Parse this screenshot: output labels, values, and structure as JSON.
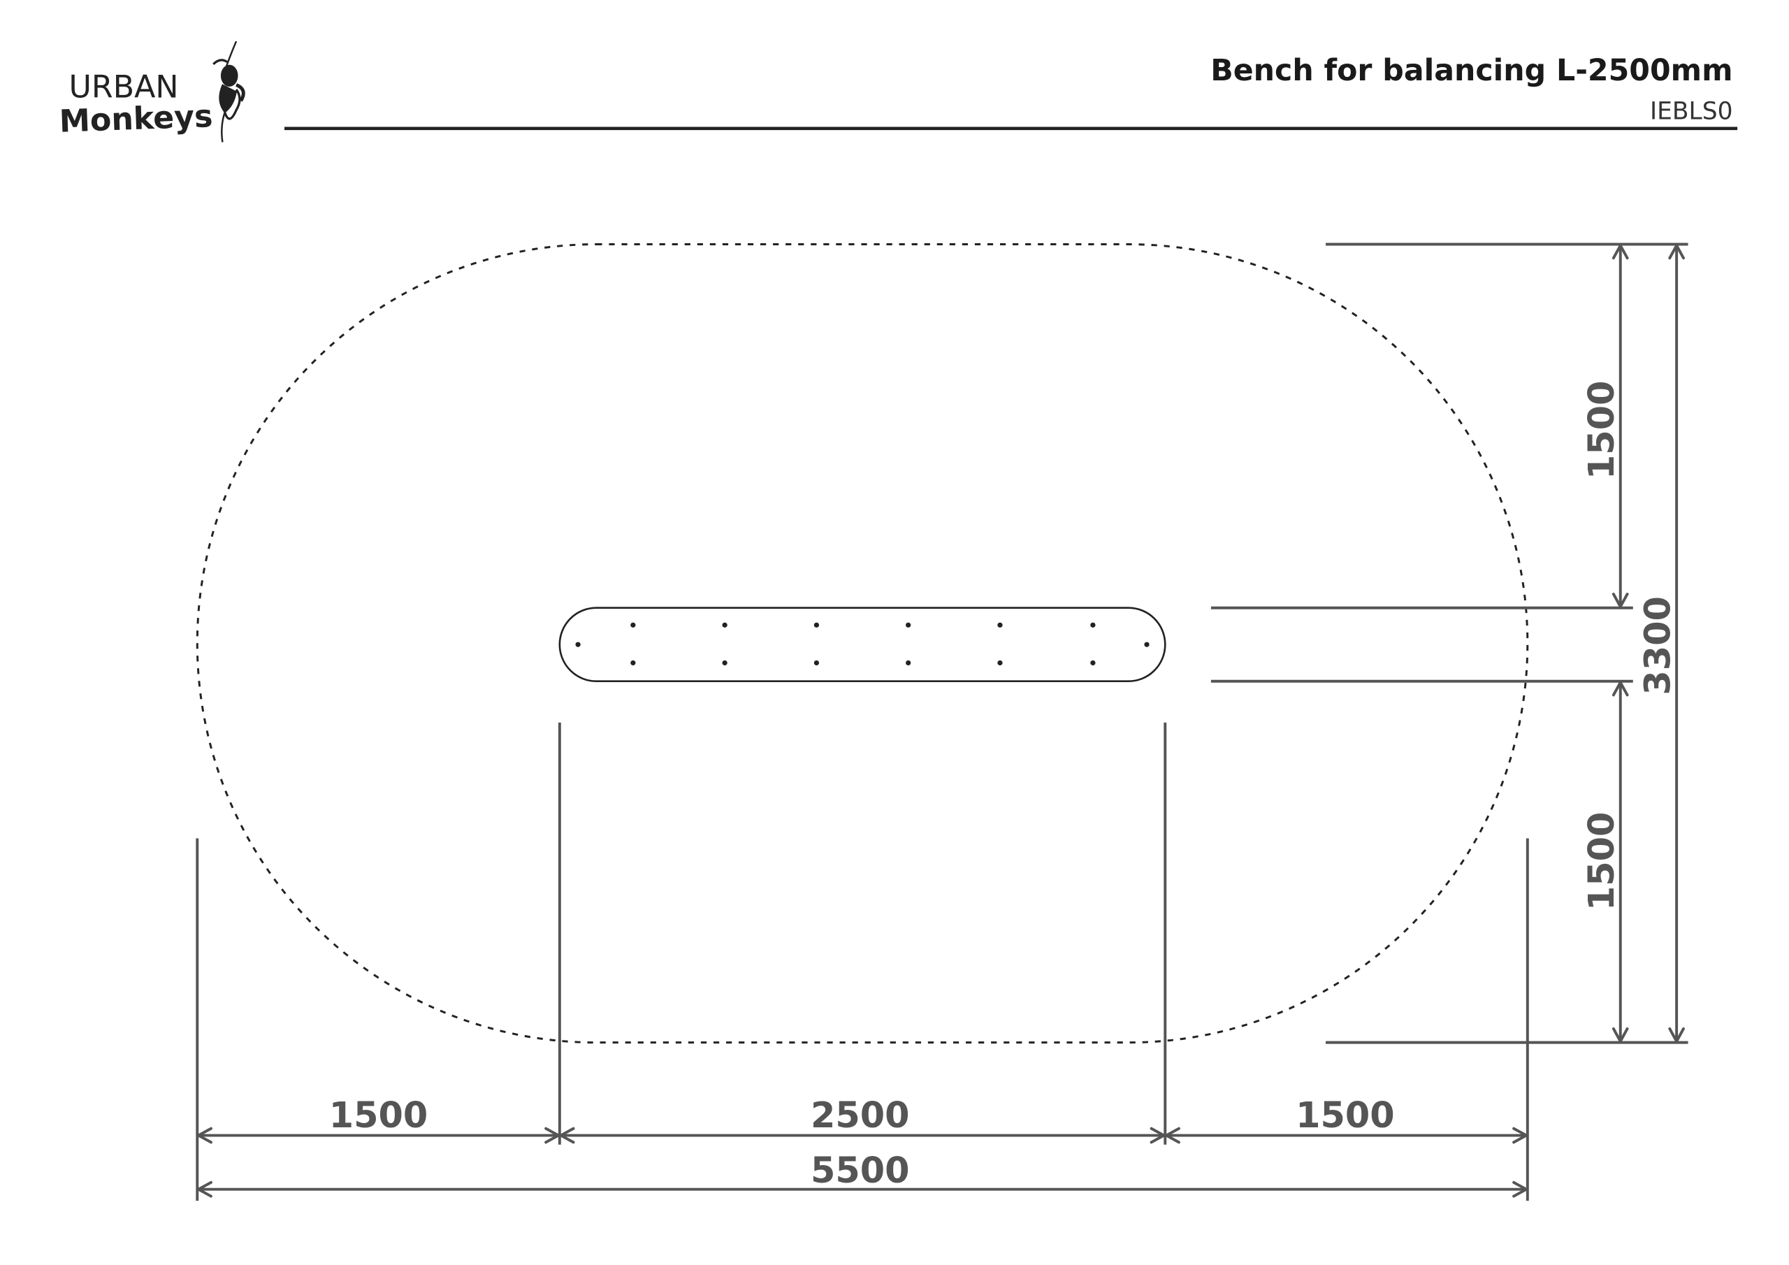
{
  "logo": {
    "line1": "URBAN",
    "line2": "Monkeys"
  },
  "header": {
    "title": "Bench for balancing L-2500mm",
    "code": "IEBLS0"
  },
  "dimensions": {
    "bottom_left": "1500",
    "bottom_middle": "2500",
    "bottom_right": "1500",
    "bottom_total": "5500",
    "right_upper": "1500",
    "right_lower": "1500",
    "right_total": "3300"
  },
  "colors": {
    "dimension": "#555555",
    "outline": "#222222"
  }
}
